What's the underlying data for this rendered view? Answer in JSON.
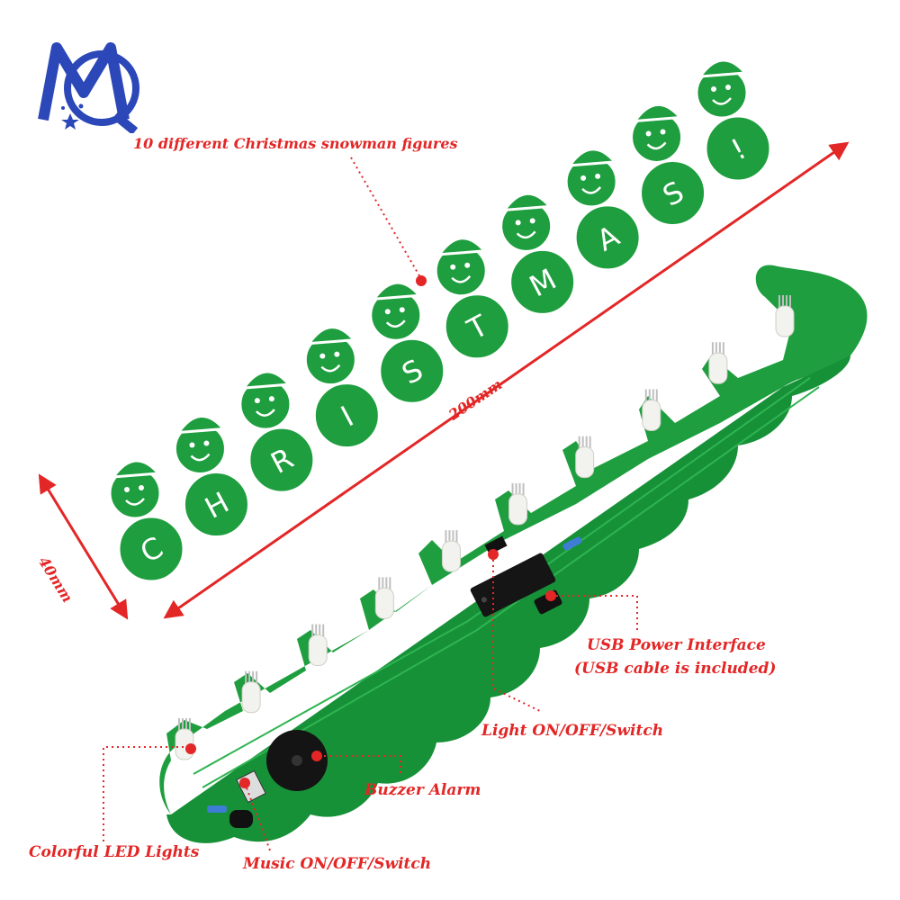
{
  "colors": {
    "pcb_green": "#1e9e3e",
    "pcb_dark": "#137a2c",
    "annotation_red": "#e32626",
    "logo_blue": "#2b47b8"
  },
  "letters": [
    "C",
    "H",
    "R",
    "I",
    "S",
    "T",
    "M",
    "A",
    "S",
    "!"
  ],
  "labels": {
    "figures": "10 different Christmas snowman figures",
    "usb_line1": "USB Power Interface",
    "usb_line2": "(USB cable is included)",
    "light_switch": "Light ON/OFF/Switch",
    "buzzer": "Buzzer Alarm",
    "leds": "Colorful LED Lights",
    "music_switch": "Music ON/OFF/Switch"
  },
  "dimensions": {
    "length": "200mm",
    "width": "40mm"
  }
}
